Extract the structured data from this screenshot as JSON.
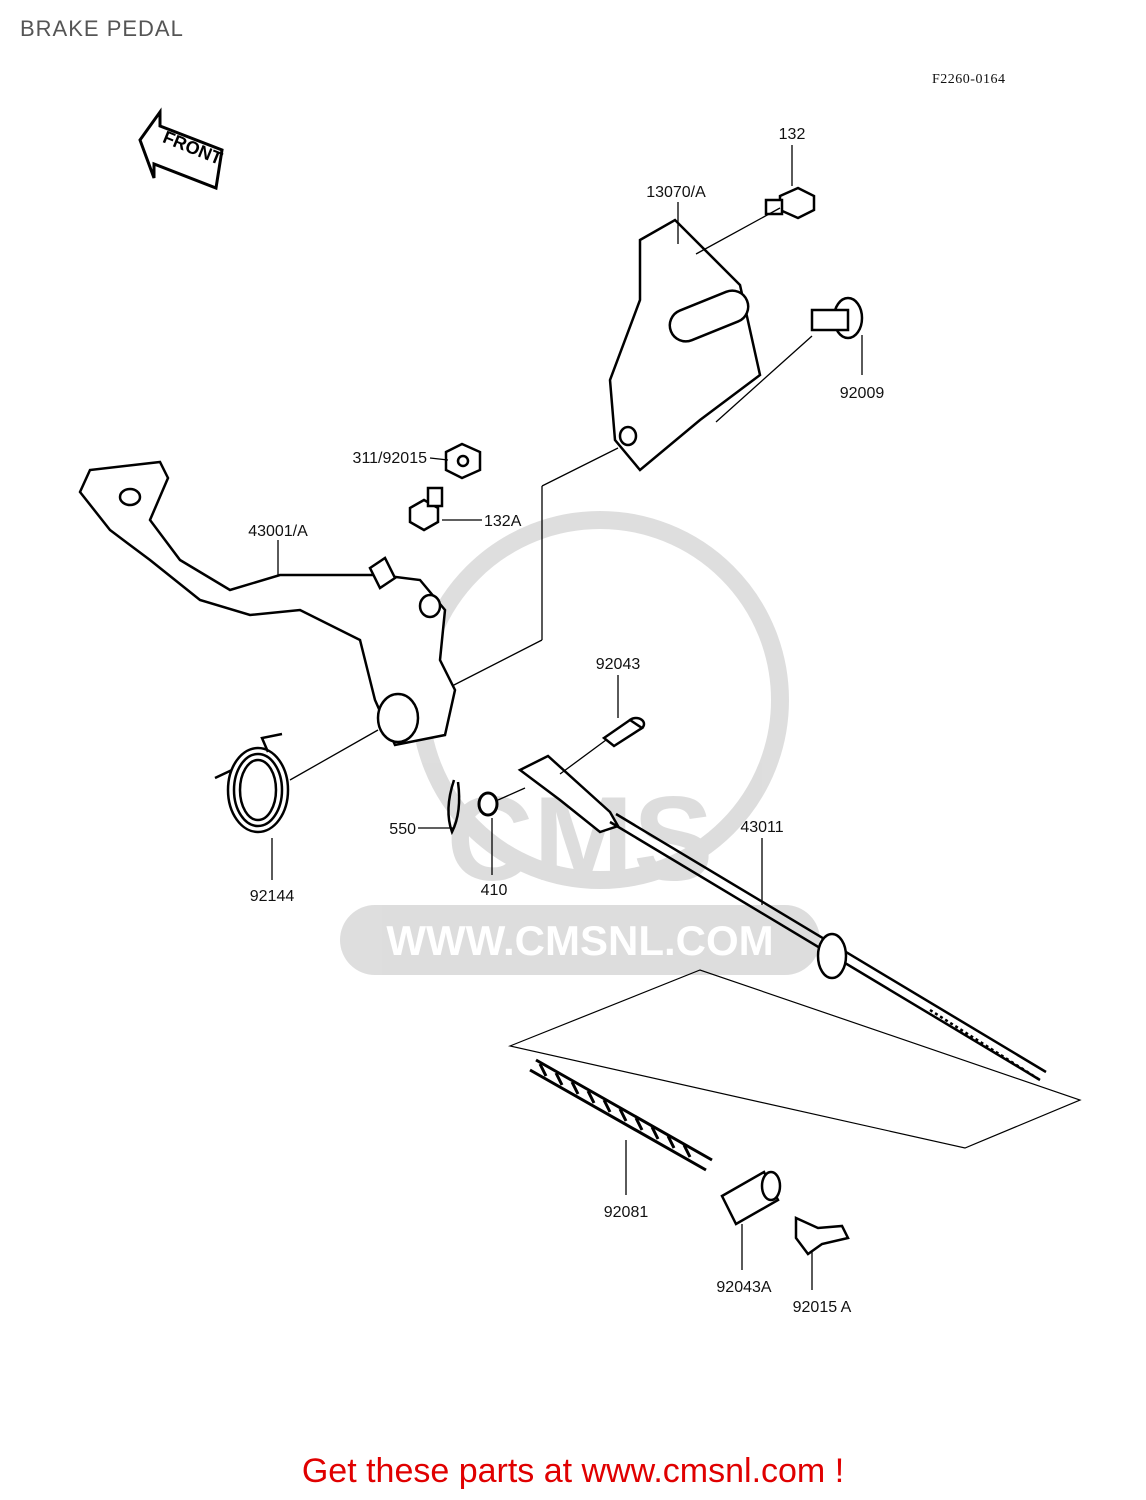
{
  "page": {
    "title": "BRAKE PEDAL",
    "drawing_code": "F2260-0164"
  },
  "direction_marker": {
    "label": "FRONT",
    "icon": "front-arrow-icon"
  },
  "watermark": {
    "text": "WWW.CMSNL.COM",
    "logo": "CMS"
  },
  "parts": [
    {
      "number": "132"
    },
    {
      "number": "13070/A"
    },
    {
      "number": "92009"
    },
    {
      "number": "311/92015"
    },
    {
      "number": "132A"
    },
    {
      "number": "43001/A"
    },
    {
      "number": "92043"
    },
    {
      "number": "43011"
    },
    {
      "number": "550"
    },
    {
      "number": "410"
    },
    {
      "number": "92144"
    },
    {
      "number": "92081"
    },
    {
      "number": "92043A"
    },
    {
      "number": "92015 A"
    }
  ],
  "footer": {
    "promo_text": "Get these parts at www.cmsnl.com !",
    "promo_color": "#e00000"
  }
}
